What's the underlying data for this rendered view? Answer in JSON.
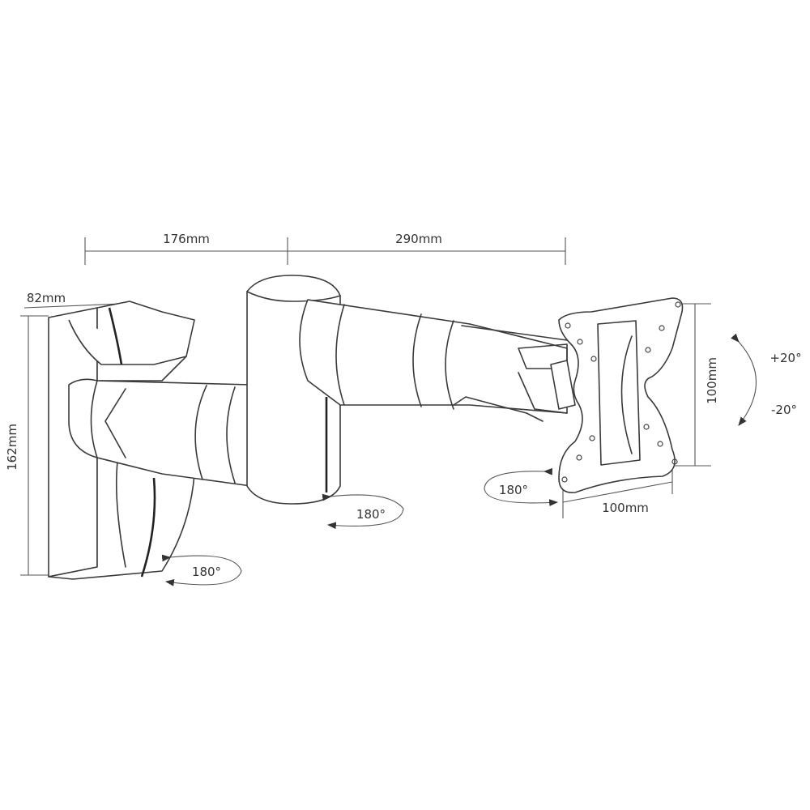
{
  "dimensions": {
    "arm_first_length": "176mm",
    "arm_second_length": "290mm",
    "wall_plate_depth": "82mm",
    "wall_plate_height": "162mm",
    "vesa_height": "100mm",
    "vesa_width": "100mm"
  },
  "rotations": {
    "tilt_up": "+20°",
    "tilt_down": "-20°",
    "swivel_plate": "180°",
    "swivel_middle": "180°",
    "swivel_wall": "180°"
  },
  "colors": {
    "line": "#3a3a3a",
    "background": "#ffffff"
  }
}
